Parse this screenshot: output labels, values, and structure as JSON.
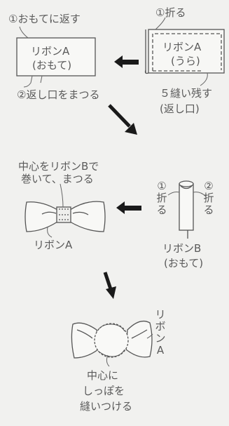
{
  "step1": {
    "turn_inside_out": "①おもてに返す",
    "ribbon_a": "リボンA",
    "front": "(おもて)",
    "blind_stitch": "②返し口をまつる"
  },
  "step0": {
    "fold": "①折る",
    "ribbon_a": "リボンA",
    "back": "(うら)",
    "sew_leave": "５縫い残す",
    "return_opening": "(返し口)"
  },
  "step2": {
    "wrap_label_1": "中心をリボンBで",
    "wrap_label_2": "巻いて、まつる",
    "ribbon_a": "リボンA",
    "fold_left_num": "①",
    "fold_left_text": "折る",
    "fold_right_num": "②",
    "fold_right_text": "折る",
    "ribbon_b": "リボンB",
    "front": "(おもて)"
  },
  "step3": {
    "ribbon_a_vertical": "リボンA",
    "attach_1": "中心に",
    "attach_2": "しっぽを",
    "attach_3": "縫いつける"
  }
}
